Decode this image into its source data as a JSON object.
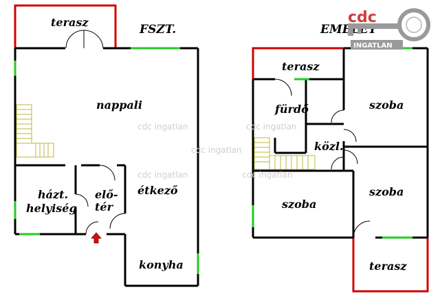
{
  "floors": {
    "ground": "FSZT.",
    "upper": "EMELET"
  },
  "rooms": {
    "ground_terasz": "terasz",
    "nappali": "nappali",
    "haztartasi_1": "házt.",
    "haztartasi_2": "helyiség",
    "eloter_1": "elő-",
    "eloter_2": "tér",
    "etkezo": "étkező",
    "konyha": "konyha",
    "upper_terasz_top": "terasz",
    "furdo": "fürdő",
    "kozl": "közl.",
    "szoba_top_right": "szoba",
    "szoba_mid_right": "szoba",
    "szoba_left": "szoba",
    "upper_terasz_bottom": "terasz"
  },
  "watermark": "cdc ingatlan",
  "logo": {
    "brand": "cdc",
    "sub": "INGATLAN"
  },
  "colors": {
    "wall": "#000000",
    "terrace_outline": "#d20000",
    "window": "#22cc22",
    "stair": "#b8b83a",
    "entrance_arrow": "#d01010",
    "watermark": "#cfcfcf",
    "logo_red": "#c81e1e",
    "logo_grey": "#9a9a9a"
  }
}
